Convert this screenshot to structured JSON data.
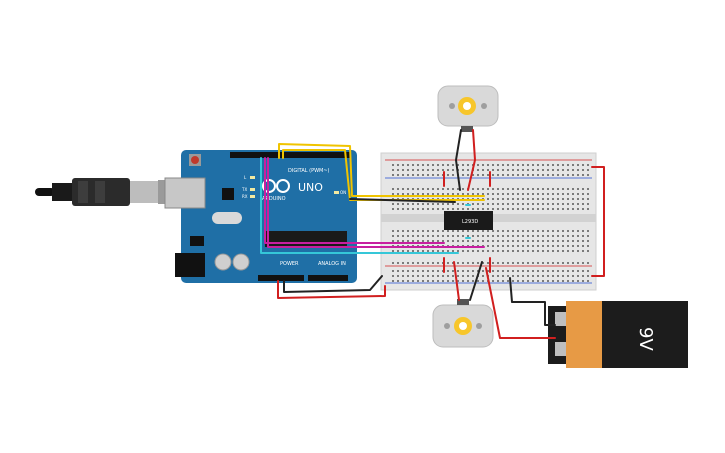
{
  "arduino": {
    "model_label": "UNO",
    "brand_label": "ARDUINO",
    "digital_label": "DIGITAL (PWM~)",
    "power_label": "POWER",
    "analog_label": "ANALOG IN",
    "on_label": "ON",
    "tx_label": "TX",
    "rx_label": "RX",
    "l_label": "L"
  },
  "driver_chip": {
    "label": "L293D"
  },
  "battery": {
    "label": "9V"
  },
  "colors": {
    "board": "#1f6fa6",
    "breadboard": "#e6e6e6",
    "wire_red": "#d11f1f",
    "wire_black": "#222222",
    "wire_yellow": "#f0c400",
    "wire_magenta": "#c81fa0",
    "wire_cyan": "#35c7d8",
    "battery_body": "#e79a45"
  }
}
